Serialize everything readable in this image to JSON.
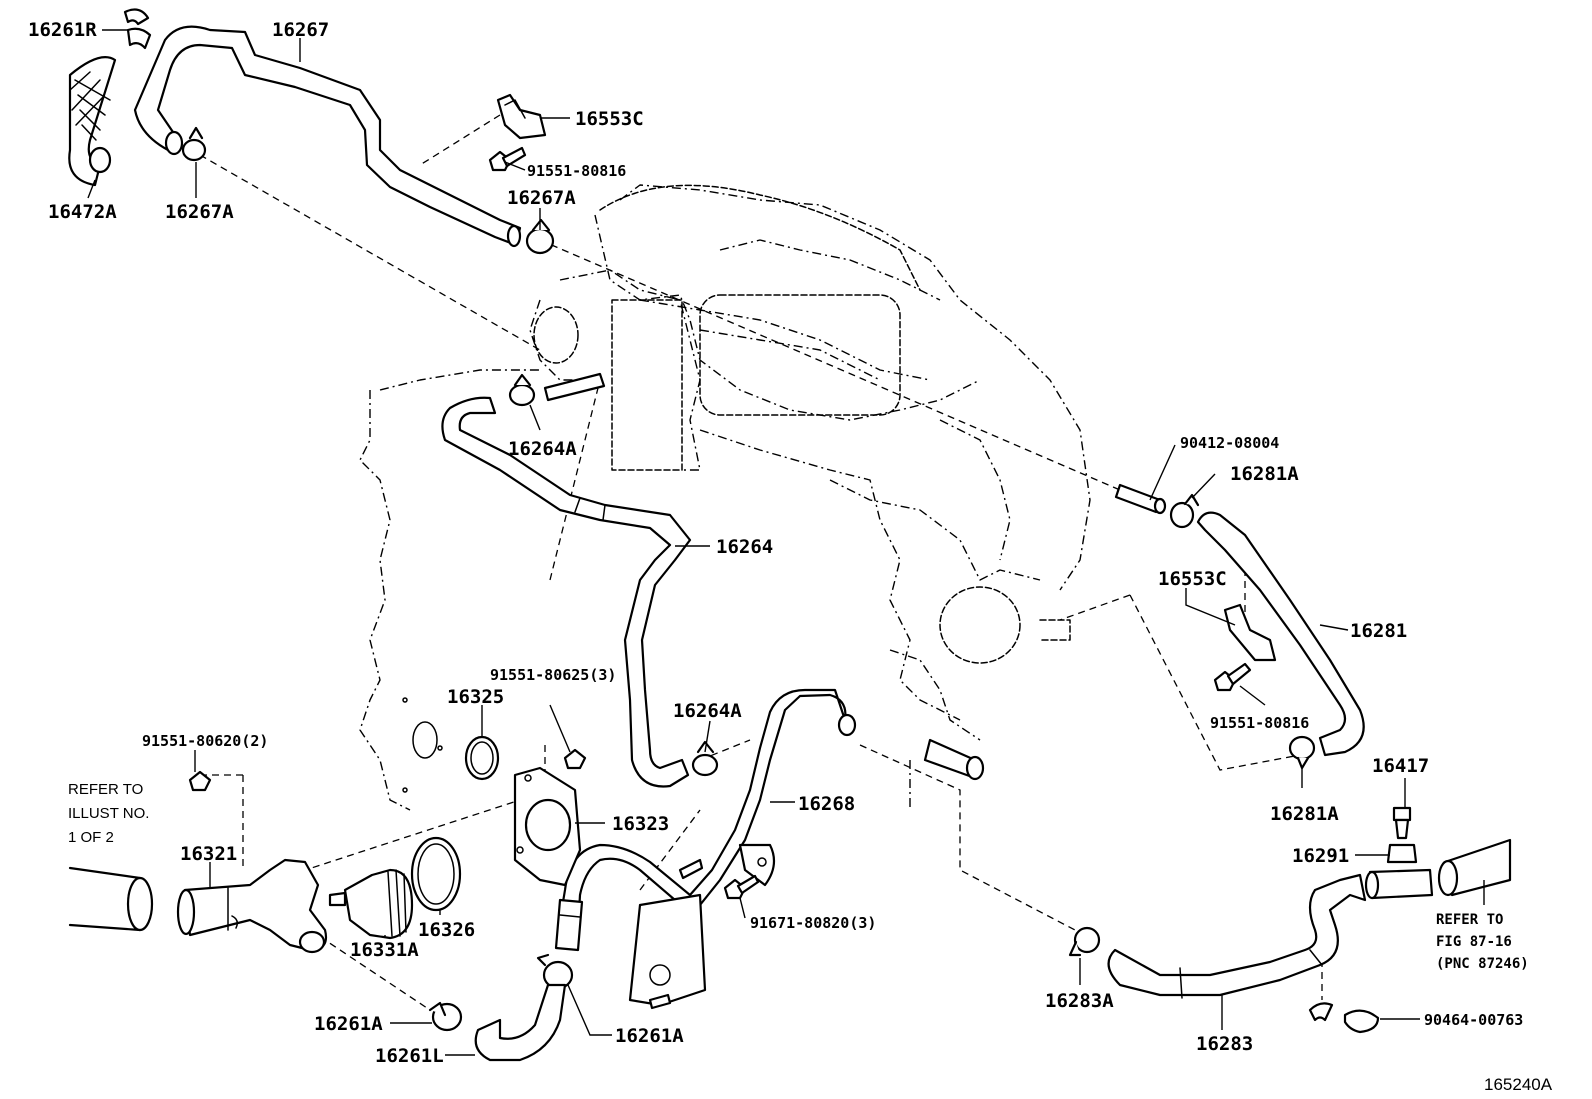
{
  "labels": {
    "p16261R": "16261R",
    "p16267": "16267",
    "p16553C_top": "16553C",
    "p91551_80816_top": "91551-80816",
    "p16472A": "16472A",
    "p16267A_left": "16267A",
    "p16267A_mid": "16267A",
    "p16264A_top": "16264A",
    "p90412_08004": "90412-08004",
    "p16281A_top": "16281A",
    "p16264": "16264",
    "p16553C_right": "16553C",
    "p16281": "16281",
    "p91551_80625": "91551-80625(3)",
    "p16325": "16325",
    "p16264A_mid": "16264A",
    "p91551_80620": "91551-80620(2)",
    "p91551_80816_right": "91551-80816",
    "p16417": "16417",
    "p16268": "16268",
    "p16281A_bottom": "16281A",
    "p16323": "16323",
    "p16321": "16321",
    "p16291": "16291",
    "p91671_80820": "91671-80820(3)",
    "p16326": "16326",
    "p16331A": "16331A",
    "p16283A": "16283A",
    "p16261A_left": "16261A",
    "p16261A_right": "16261A",
    "p16261L": "16261L",
    "p16283": "16283",
    "p90464_00763": "90464-00763"
  },
  "notes": {
    "left_ref": [
      "REFER TO",
      "ILLUST NO.",
      "1 OF 2"
    ],
    "right_ref": [
      "REFER TO",
      "FIG 87-16",
      "(PNC 87246)"
    ]
  },
  "figure_id": "165240A"
}
